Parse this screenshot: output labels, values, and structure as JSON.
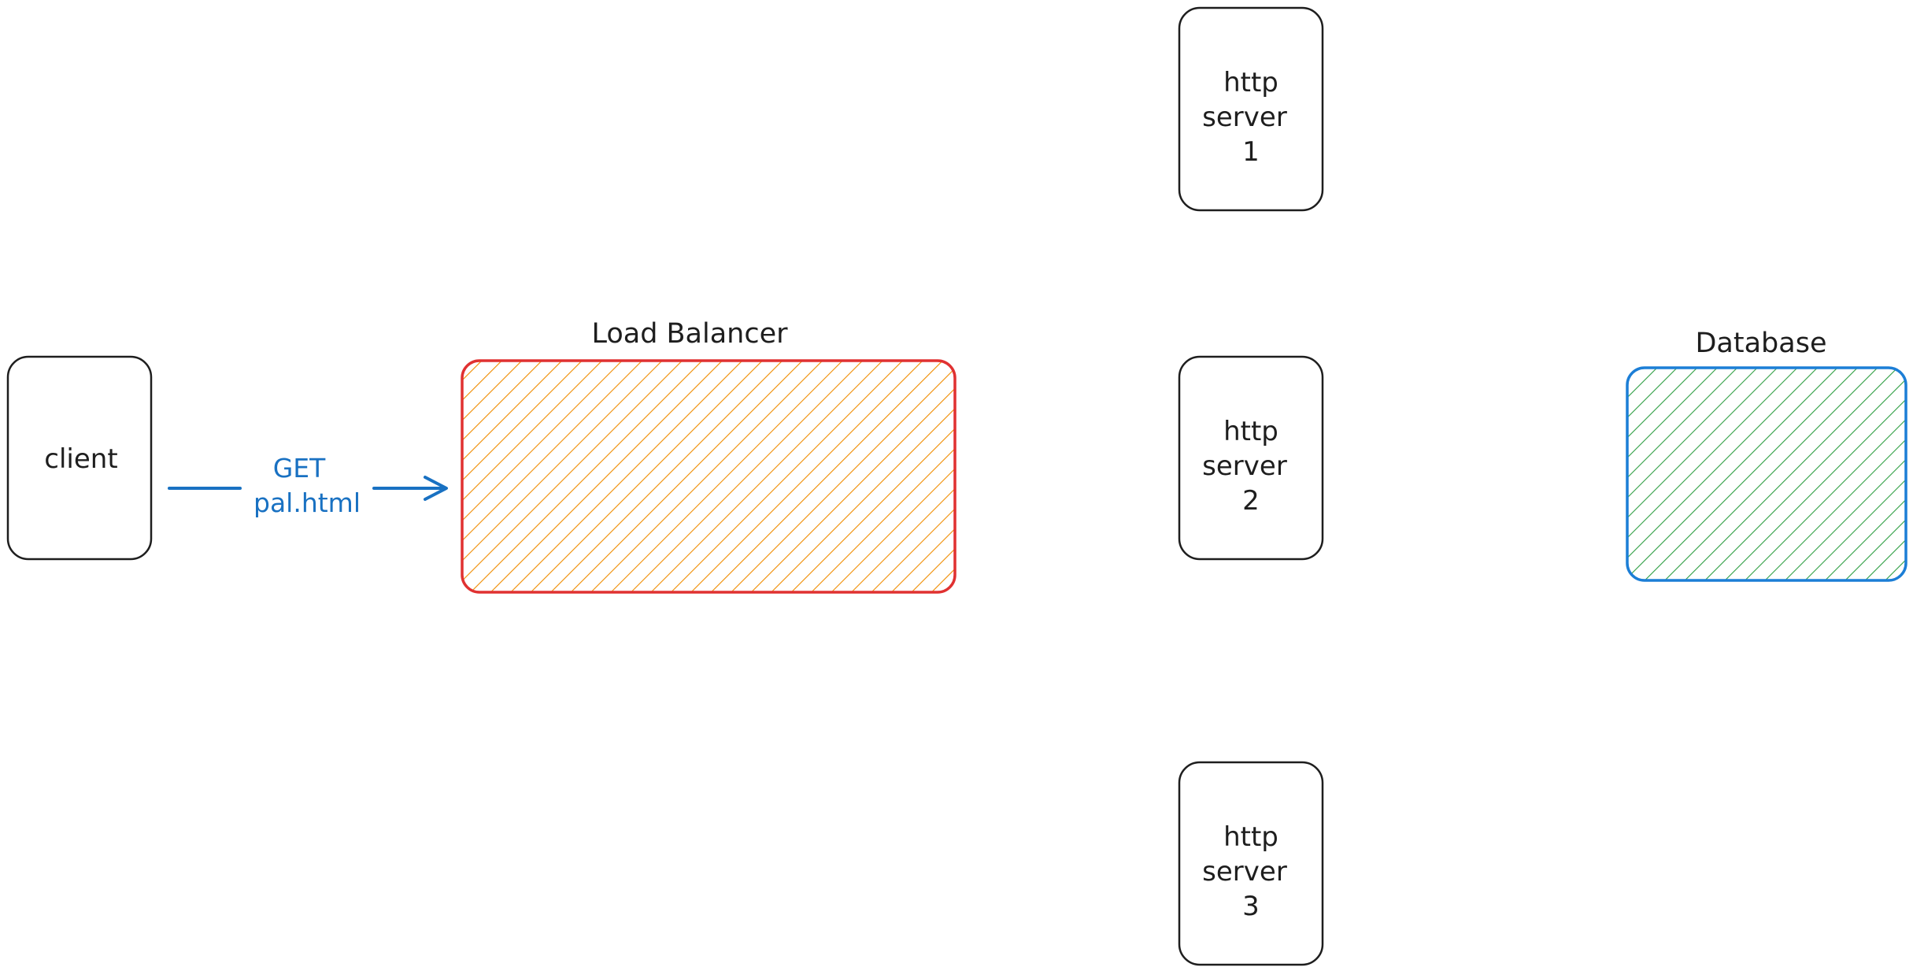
{
  "colors": {
    "ink": "#1e1e1e",
    "arrow": "#1971c2",
    "load_balancer_stroke": "#e03131",
    "load_balancer_hatch": "#f08c00",
    "database_stroke": "#1c7ed6",
    "database_hatch": "#2f9e44"
  },
  "client": {
    "label": "client"
  },
  "request_arrow": {
    "line1": "GET",
    "line2": "pal.html"
  },
  "load_balancer": {
    "caption": "Load Balancer"
  },
  "http_servers": [
    {
      "line1": "http",
      "line2": "server",
      "line3": "1"
    },
    {
      "line1": "http",
      "line2": "server",
      "line3": "2"
    },
    {
      "line1": "http",
      "line2": "server",
      "line3": "3"
    }
  ],
  "database": {
    "caption": "Database"
  }
}
